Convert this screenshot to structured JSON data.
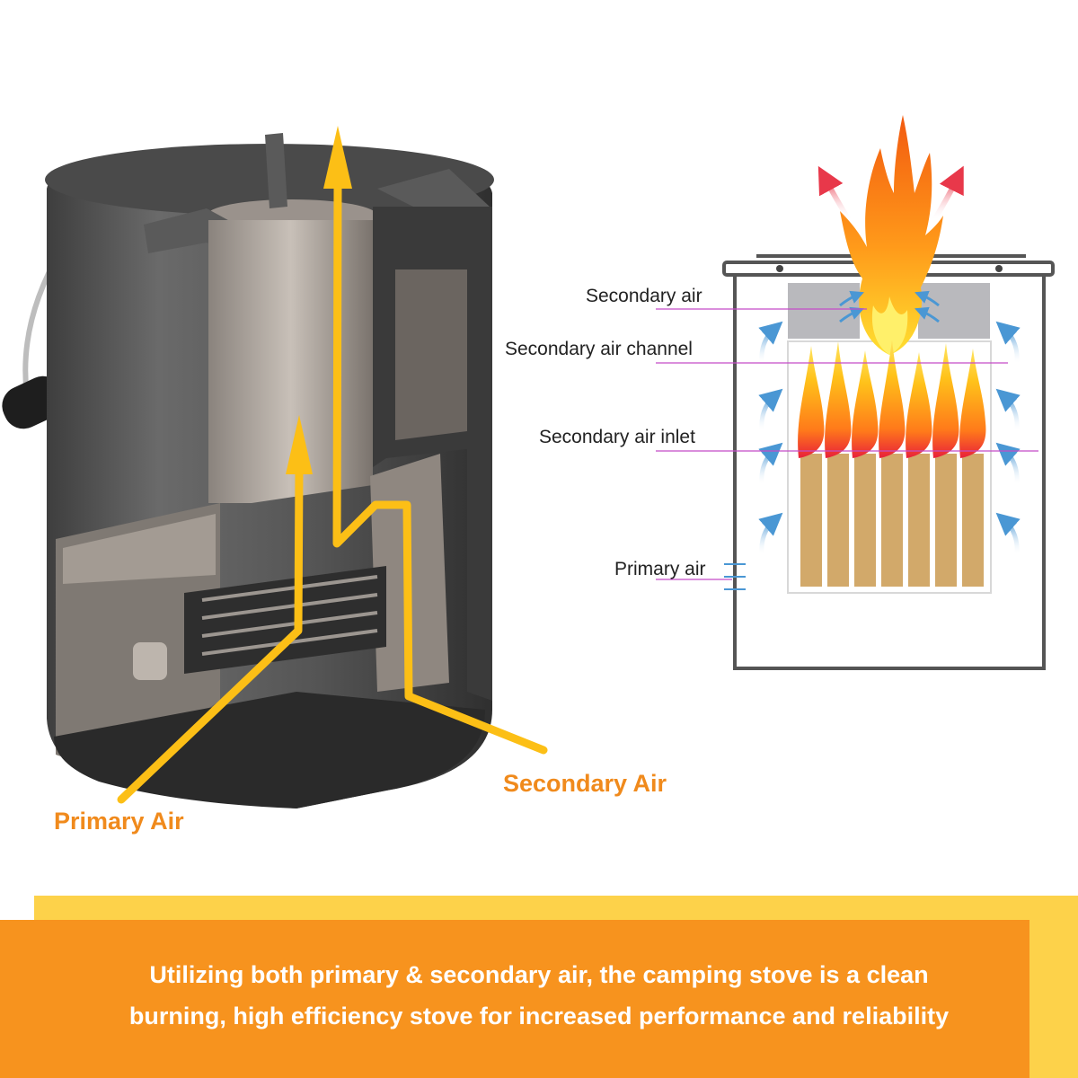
{
  "left_labels": {
    "primary": "Primary Air",
    "secondary": "Secondary Air"
  },
  "right_labels": {
    "secondary_air": "Secondary air",
    "secondary_air_channel": "Secondary air channel",
    "secondary_air_inlet": "Secondary air inlet",
    "primary_air": "Primary air"
  },
  "banner": {
    "line1": "Utilizing both primary & secondary air, the camping stove is a clean",
    "line2": "burning, high efficiency stove for increased performance and reliability"
  },
  "colors": {
    "accent_orange": "#f08a1c",
    "arrow_yellow": "#fcbf16",
    "banner_yellow": "#fdd24a",
    "banner_orange": "#f7931e",
    "air_blue": "#5aa4d8",
    "leader_magenta": "#c44bc8"
  }
}
